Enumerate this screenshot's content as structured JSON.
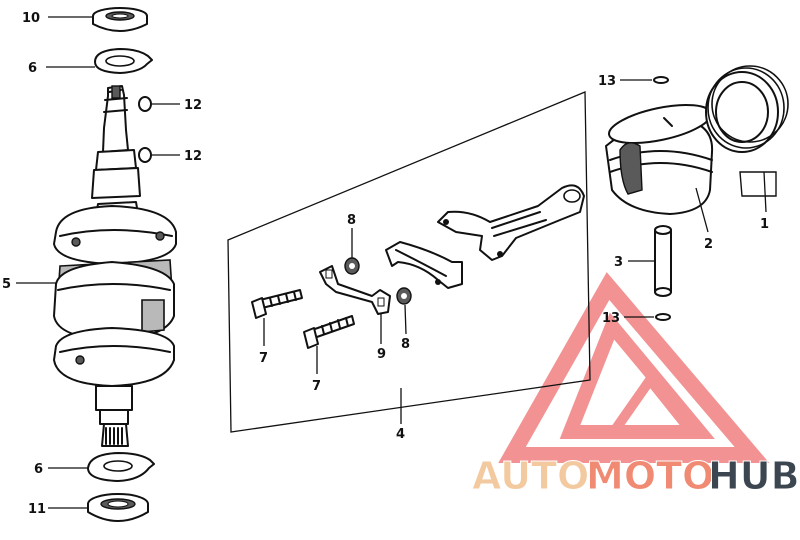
{
  "callouts": {
    "c1": "1",
    "c2": "2",
    "c3": "3",
    "c4": "4",
    "c5": "5",
    "c6a": "6",
    "c6b": "6",
    "c7a": "7",
    "c7b": "7",
    "c8a": "8",
    "c8b": "8",
    "c9": "9",
    "c10": "10",
    "c11": "11",
    "c12a": "12",
    "c12b": "12",
    "c13a": "13",
    "c13b": "13"
  },
  "watermark": {
    "part1": "AUTO",
    "part2": "MOTO",
    "part3": "HUB",
    "color_light": "#f3c9a0",
    "color_mid": "#f08a72",
    "color_dark": "#3c4650",
    "triangle_color": "#f07f7f"
  }
}
